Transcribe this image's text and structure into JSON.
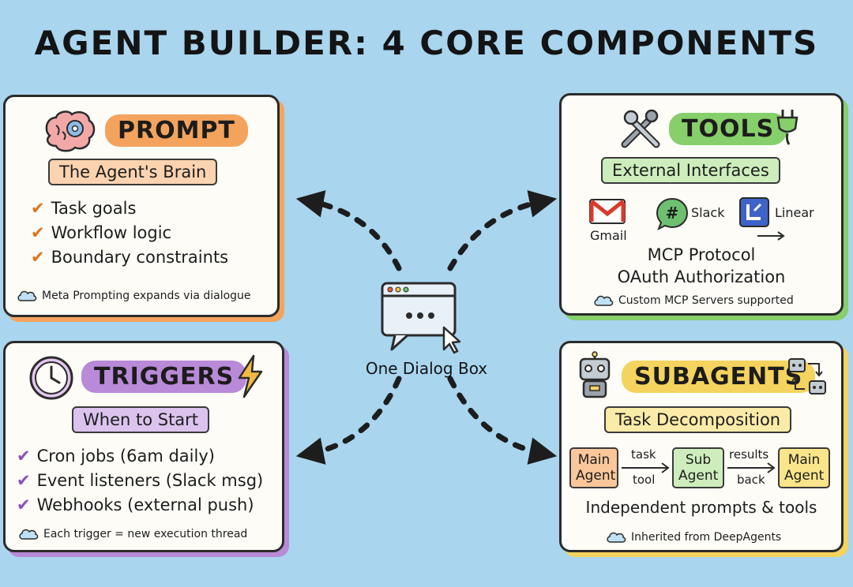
{
  "title": "AGENT BUILDER: 4 CORE COMPONENTS",
  "center": {
    "label": "One Dialog Box",
    "icon": "dialog-box-icon"
  },
  "prompt": {
    "heading": "PROMPT",
    "subtitle": "The Agent's Brain",
    "items": [
      "Task goals",
      "Workflow logic",
      "Boundary constraints"
    ],
    "note": "Meta Prompting expands via dialogue",
    "icon": "brain-gear-icon",
    "color": "#f4a35c"
  },
  "tools": {
    "heading": "TOOLS",
    "subtitle": "External Interfaces",
    "integrations": [
      "Gmail",
      "Slack",
      "Linear"
    ],
    "lines": [
      "MCP Protocol",
      "OAuth Authorization"
    ],
    "note": "Custom MCP Servers supported",
    "icon": "wrench-screwdriver-icon",
    "color": "#86cf6a"
  },
  "triggers": {
    "heading": "TRIGGERS",
    "subtitle": "When to Start",
    "items": [
      "Cron jobs (6am daily)",
      "Event listeners (Slack msg)",
      "Webhooks (external push)"
    ],
    "note": "Each trigger = new execution thread",
    "icon": "clock-icon",
    "color": "#b88ad8"
  },
  "subagents": {
    "heading": "SUBAGENTS",
    "subtitle": "Task Decomposition",
    "flow": {
      "main1": "Main Agent",
      "sub": "Sub Agent",
      "main2": "Main Agent",
      "arrow1_top": "task",
      "arrow1_bottom": "tool",
      "arrow2_top": "results",
      "arrow2_bottom": "back"
    },
    "line": "Independent prompts & tools",
    "note": "Inherited from DeepAgents",
    "icon": "robot-icon",
    "color": "#f4d35e"
  }
}
